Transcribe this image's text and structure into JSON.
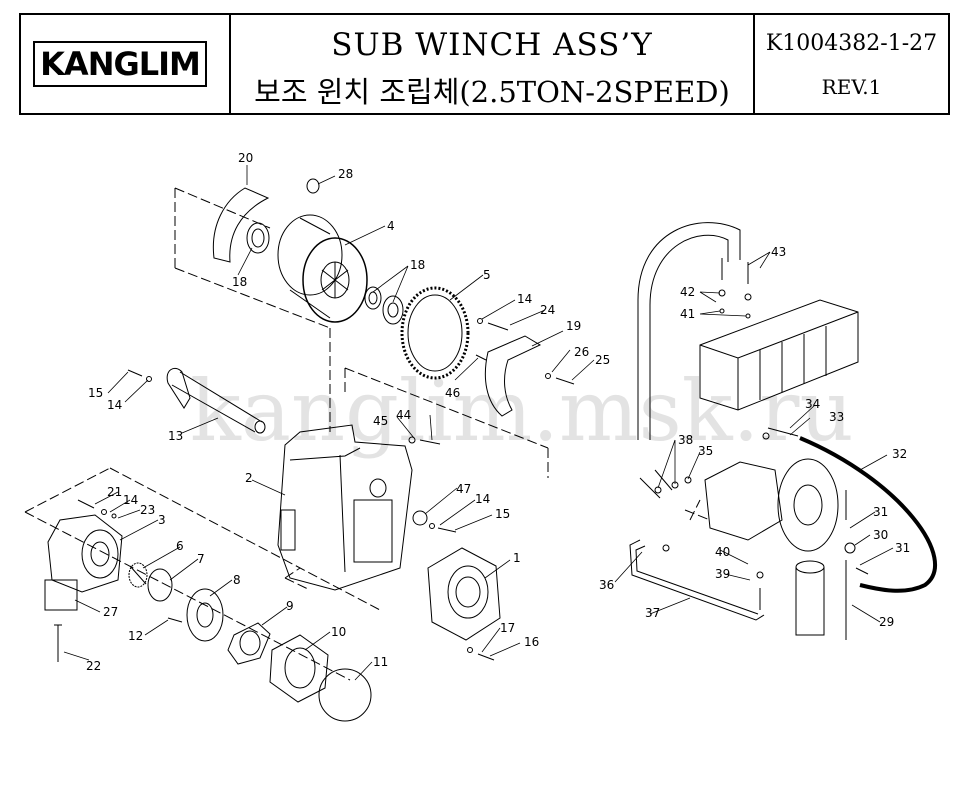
{
  "header": {
    "logo": "KANGLIM",
    "title_en": "SUB WINCH ASS’Y",
    "title_ko": "보조 윈치 조립체(2.5TON-2SPEED)",
    "doc_no": "K1004382-1-27",
    "revision": "REV.1"
  },
  "watermark": "kanglim.msk.ru",
  "callouts": {
    "n1": "1",
    "n2": "2",
    "n3": "3",
    "n4": "4",
    "n5": "5",
    "n6": "6",
    "n7": "7",
    "n8": "8",
    "n9": "9",
    "n10": "10",
    "n11": "11",
    "n12": "12",
    "n13": "13",
    "n14a": "14",
    "n14b": "14",
    "n14c": "14",
    "n14d": "14",
    "n15a": "15",
    "n15b": "15",
    "n16": "16",
    "n17": "17",
    "n18a": "18",
    "n18b": "18",
    "n19": "19",
    "n20": "20",
    "n21": "21",
    "n22": "22",
    "n23": "23",
    "n24": "24",
    "n25": "25",
    "n26": "26",
    "n27": "27",
    "n28": "28",
    "n29": "29",
    "n30": "30",
    "n31a": "31",
    "n31b": "31",
    "n32": "32",
    "n33": "33",
    "n34": "34",
    "n35": "35",
    "n36": "36",
    "n37": "37",
    "n38": "38",
    "n39": "39",
    "n40": "40",
    "n41": "41",
    "n42": "42",
    "n43": "43",
    "n44": "44",
    "n45": "45",
    "n46": "46",
    "n47": "47"
  }
}
